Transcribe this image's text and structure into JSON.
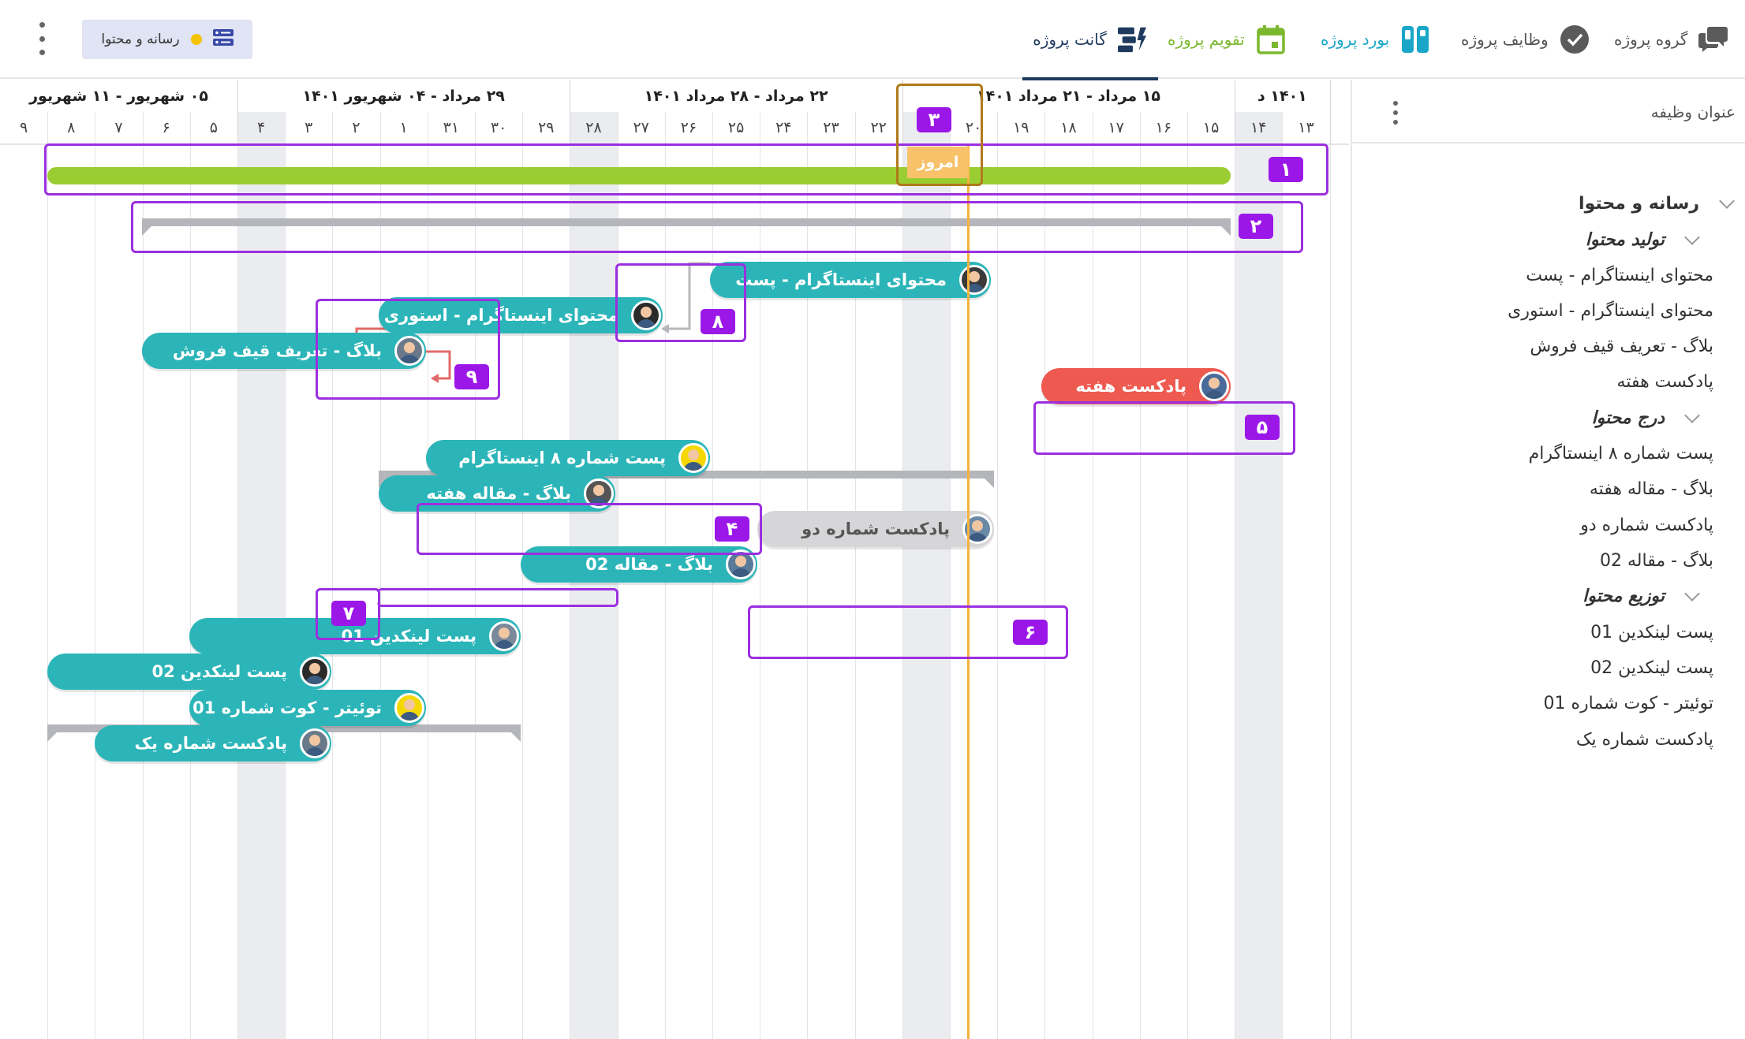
{
  "header": {
    "project_chip": "رسانه و محتوا",
    "tabs": [
      {
        "label": "گروه پروژه",
        "icon": "chat-icon",
        "color": "#555555"
      },
      {
        "label": "وظایف پروژه",
        "icon": "check-circle-icon",
        "color": "#555555"
      },
      {
        "label": "بورد پروژه",
        "icon": "kanban-board-icon",
        "color": "#1aa6c8"
      },
      {
        "label": "تقویم پروژه",
        "icon": "calendar-icon",
        "color": "#7cb82f"
      },
      {
        "label": "گانت پروژه",
        "icon": "gantt-icon",
        "color": "#1f3a5f",
        "active": true
      }
    ]
  },
  "sidebar": {
    "header": "عنوان وظیفه",
    "rows": [
      {
        "label": "رسانه و محتوا",
        "type": "group"
      },
      {
        "label": "تولید محتوا",
        "type": "sub"
      },
      {
        "label": "محتوای اینستاگرام - پست",
        "type": "task"
      },
      {
        "label": "محتوای اینستاگرام - استوری",
        "type": "task"
      },
      {
        "label": "بلاگ - تعریف قیف فروش",
        "type": "task"
      },
      {
        "label": "پادکست هفته",
        "type": "task"
      },
      {
        "label": "درج محتوا",
        "type": "sub"
      },
      {
        "label": "پست شماره ۸ اینستاگرام",
        "type": "task"
      },
      {
        "label": "بلاگ - مقاله هفته",
        "type": "task"
      },
      {
        "label": "پادکست شماره دو",
        "type": "task"
      },
      {
        "label": "بلاگ - مقاله 02",
        "type": "task"
      },
      {
        "label": "توزیع محتوا",
        "type": "sub"
      },
      {
        "label": "پست لینکدین 01",
        "type": "task"
      },
      {
        "label": "پست لینکدین 02",
        "type": "task"
      },
      {
        "label": "توئیتر - کوت شماره 01",
        "type": "task"
      },
      {
        "label": "پادکست شماره یک",
        "type": "task"
      }
    ]
  },
  "timeline": {
    "weeks": [
      "۰۵ شهریور - ۱۱ شهریور",
      "۲۹ مرداد - ۰۴ شهریور ۱۴۰۱",
      "۲۲ مرداد - ۲۸ مرداد ۱۴۰۱",
      "۱۵ مرداد - ۲۱ مرداد ۱۴۰۱",
      "۱۴۰۱ د"
    ],
    "days": [
      "۹",
      "۸",
      "۷",
      "۶",
      "۵",
      "۴",
      "۳",
      "۲",
      "۱",
      "۳۱",
      "۳۰",
      "۲۹",
      "۲۸",
      "۲۷",
      "۲۶",
      "۲۵",
      "۲۴",
      "۲۳",
      "۲۲",
      "۲۱",
      "۲۰",
      "۱۹",
      "۱۸",
      "۱۷",
      "۱۶",
      "۱۵",
      "۱۴",
      "۱۳"
    ],
    "today_label": "امروز"
  },
  "bars": [
    {
      "label": "محتوای اینستاگرام - پست",
      "color": "teal"
    },
    {
      "label": "محتوای اینستاگرام - استوری",
      "color": "teal"
    },
    {
      "label": "بلاگ - تعریف قیف فروش",
      "color": "teal"
    },
    {
      "label": "پادکست هفته",
      "color": "red"
    },
    {
      "label": "پست شماره ۸ اینستاگرام",
      "color": "teal"
    },
    {
      "label": "بلاگ - مقاله هفته",
      "color": "teal"
    },
    {
      "label": "پادکست شماره دو",
      "color": "gray"
    },
    {
      "label": "بلاگ - مقاله 02",
      "color": "teal"
    },
    {
      "label": "پست لینکدین 01",
      "color": "teal"
    },
    {
      "label": "پست لینکدین 02",
      "color": "teal"
    },
    {
      "label": "توئیتر - کوت شماره 01",
      "color": "teal"
    },
    {
      "label": "پادکست شماره یک",
      "color": "teal"
    }
  ],
  "annotations": [
    "۱",
    "۲",
    "۳",
    "۴",
    "۵",
    "۶",
    "۷",
    "۸",
    "۹"
  ],
  "colors": {
    "accent": "#9b17e8",
    "teal": "#2cb5b8",
    "progress": "#9acd32",
    "today": "#f7b23b"
  }
}
